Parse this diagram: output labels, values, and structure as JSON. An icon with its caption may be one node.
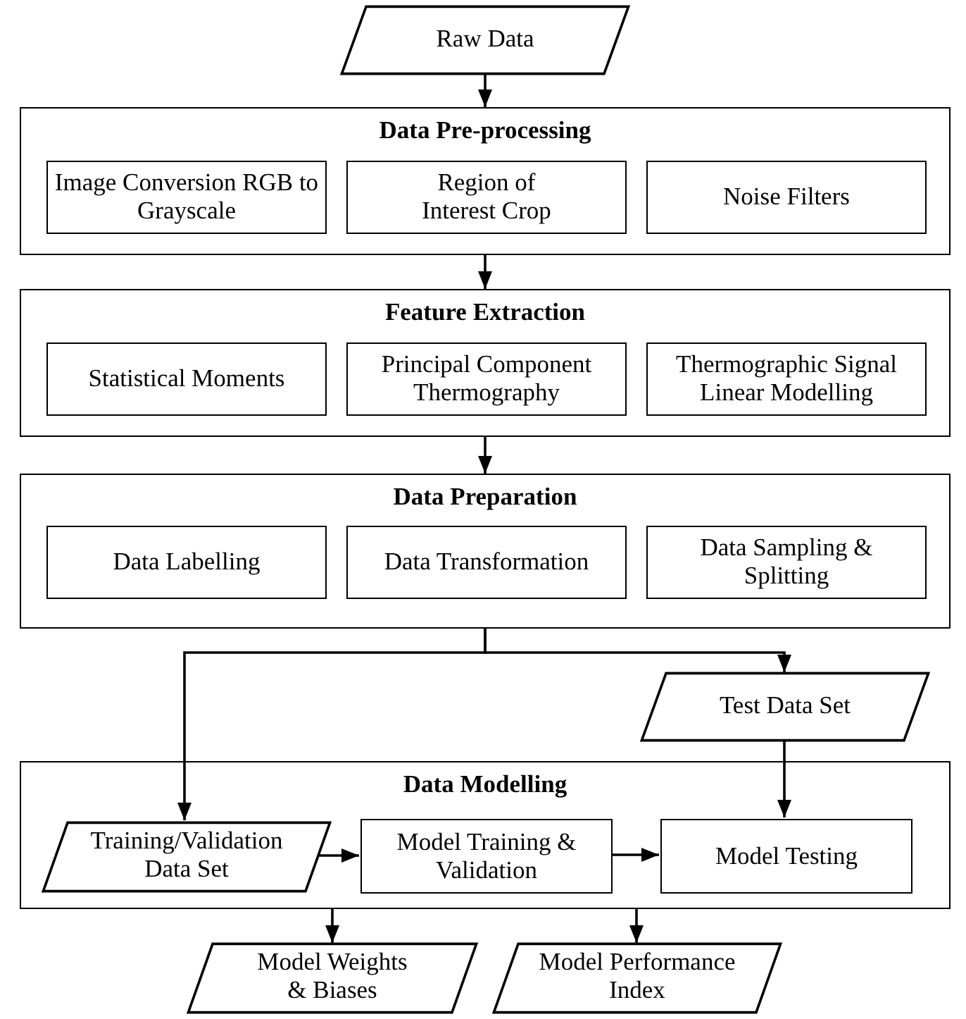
{
  "diagram": {
    "nodes": [
      {
        "text": [
          "Raw Data"
        ]
      },
      {
        "text": [
          "Data Pre-processing"
        ]
      },
      {
        "text": [
          "Image Conversion RGB to Grayscale"
        ],
        "in": 1
      },
      {
        "text": [
          "Region of Interest Crop"
        ],
        "in": 1
      },
      {
        "text": [
          "Noise Filters"
        ],
        "in": 1
      },
      {
        "text": [
          "Feature Extraction"
        ]
      },
      {
        "text": [
          "Statistical Moments"
        ],
        "in": 5
      },
      {
        "text": [
          "Principal Component Thermography"
        ],
        "in": 5
      },
      {
        "text": [
          "Thermographic Signal Linear Modelling"
        ],
        "in": 5
      },
      {
        "text": [
          "Data Preparation"
        ]
      },
      {
        "text": [
          "Data Labelling"
        ],
        "in": 9
      },
      {
        "text": [
          "Data Transformation"
        ],
        "in": 9
      },
      {
        "text": [
          "Data Sampling & Splitting"
        ],
        "in": 9
      },
      {
        "text": [
          "Test Data Set"
        ]
      },
      {
        "text": [
          "Data Modelling"
        ]
      },
      {
        "text": [
          "Training/Validation Data Set"
        ],
        "in": 14
      },
      {
        "text": [
          "Model Training & Validation"
        ],
        "in": 14
      },
      {
        "text": [
          "Model Testing"
        ],
        "in": 14
      },
      {
        "text": [
          "Model Weights & Biases"
        ]
      },
      {
        "text": [
          "Model Performance Index"
        ]
      }
    ],
    "edges": [
      {
        "from": 0,
        "to": 1,
        "arrow": "to"
      },
      {
        "from": 1,
        "to": 5,
        "arrow": "to"
      },
      {
        "from": 5,
        "to": 9,
        "arrow": "to"
      },
      {
        "from": 9,
        "to": 15,
        "arrow": "to"
      },
      {
        "from": 9,
        "to": 13,
        "arrow": "to"
      },
      {
        "from": 15,
        "to": 16,
        "arrow": "to"
      },
      {
        "from": 16,
        "to": 17,
        "arrow": "to"
      },
      {
        "from": 13,
        "to": 17,
        "arrow": "to"
      },
      {
        "from": 14,
        "to": 18,
        "arrow": "to"
      },
      {
        "from": 14,
        "to": 19,
        "arrow": "to"
      }
    ]
  }
}
